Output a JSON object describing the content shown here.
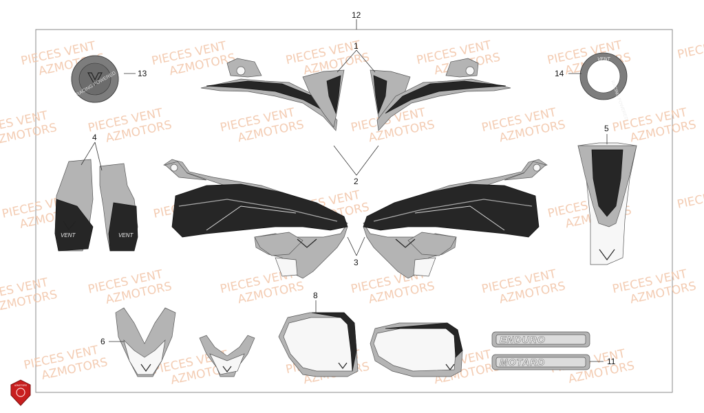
{
  "watermark": {
    "line1": "PIECES VENT",
    "line2": "AZMOTORS"
  },
  "callouts": {
    "c1": "1",
    "c2": "2",
    "c3": "3",
    "c4": "4",
    "c5": "5",
    "c6": "6",
    "c8": "8",
    "c11": "11",
    "c12": "12",
    "c13": "13",
    "c14": "14"
  },
  "stickers": {
    "vent": "VENT",
    "racing_powered": "RACING  POWERED",
    "enduro": "ENDURO",
    "motard": "MOTARD",
    "azmotors_badge": "AZMOTORS"
  },
  "colors": {
    "watermark": "#f2c4a6",
    "badge": "#c81e1e",
    "frame": "#888888",
    "sticker_grey": "#b4b4b4",
    "sticker_black": "#262626"
  }
}
